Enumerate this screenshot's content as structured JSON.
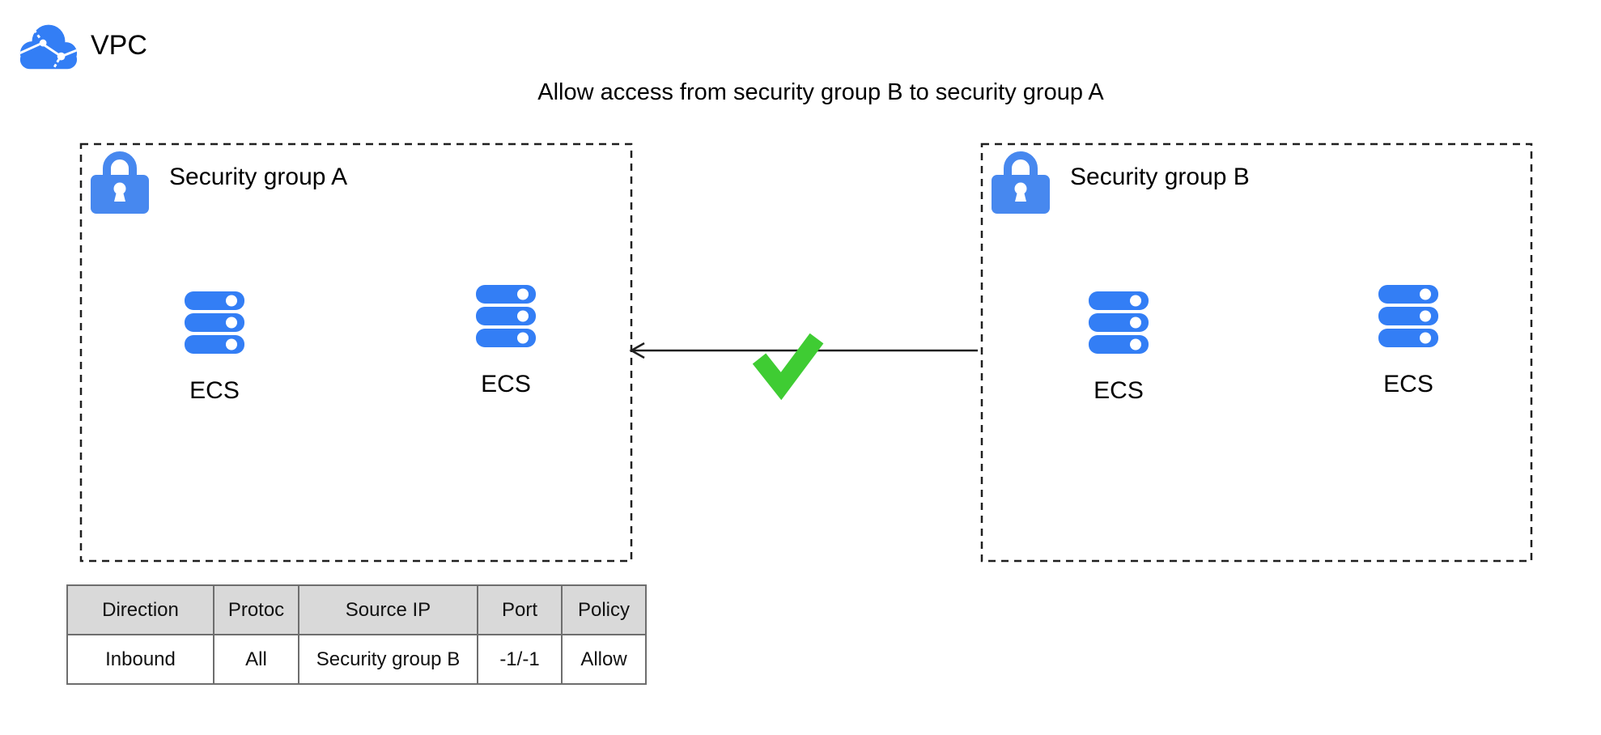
{
  "vpc": {
    "label": "VPC"
  },
  "title": "Allow access from security group B to security group A",
  "groups": [
    {
      "label": "Security group A",
      "ecs": [
        {
          "label": "ECS"
        },
        {
          "label": "ECS"
        }
      ]
    },
    {
      "label": "Security group B",
      "ecs": [
        {
          "label": "ECS"
        },
        {
          "label": "ECS"
        }
      ]
    }
  ],
  "colors": {
    "icon_blue": "#337EF5",
    "lock_blue": "#4788EF",
    "check_green": "#3FCC33",
    "line_dark": "#1F1F1F",
    "table_border": "#6E6E6E",
    "table_header_bg": "#D9D9D9"
  },
  "table": {
    "headers": [
      "Direction",
      "Protoc",
      "Source IP",
      "Port",
      "Policy"
    ],
    "rows": [
      [
        "Inbound",
        "All",
        "Security group B",
        "-1/-1",
        "Allow"
      ]
    ]
  }
}
